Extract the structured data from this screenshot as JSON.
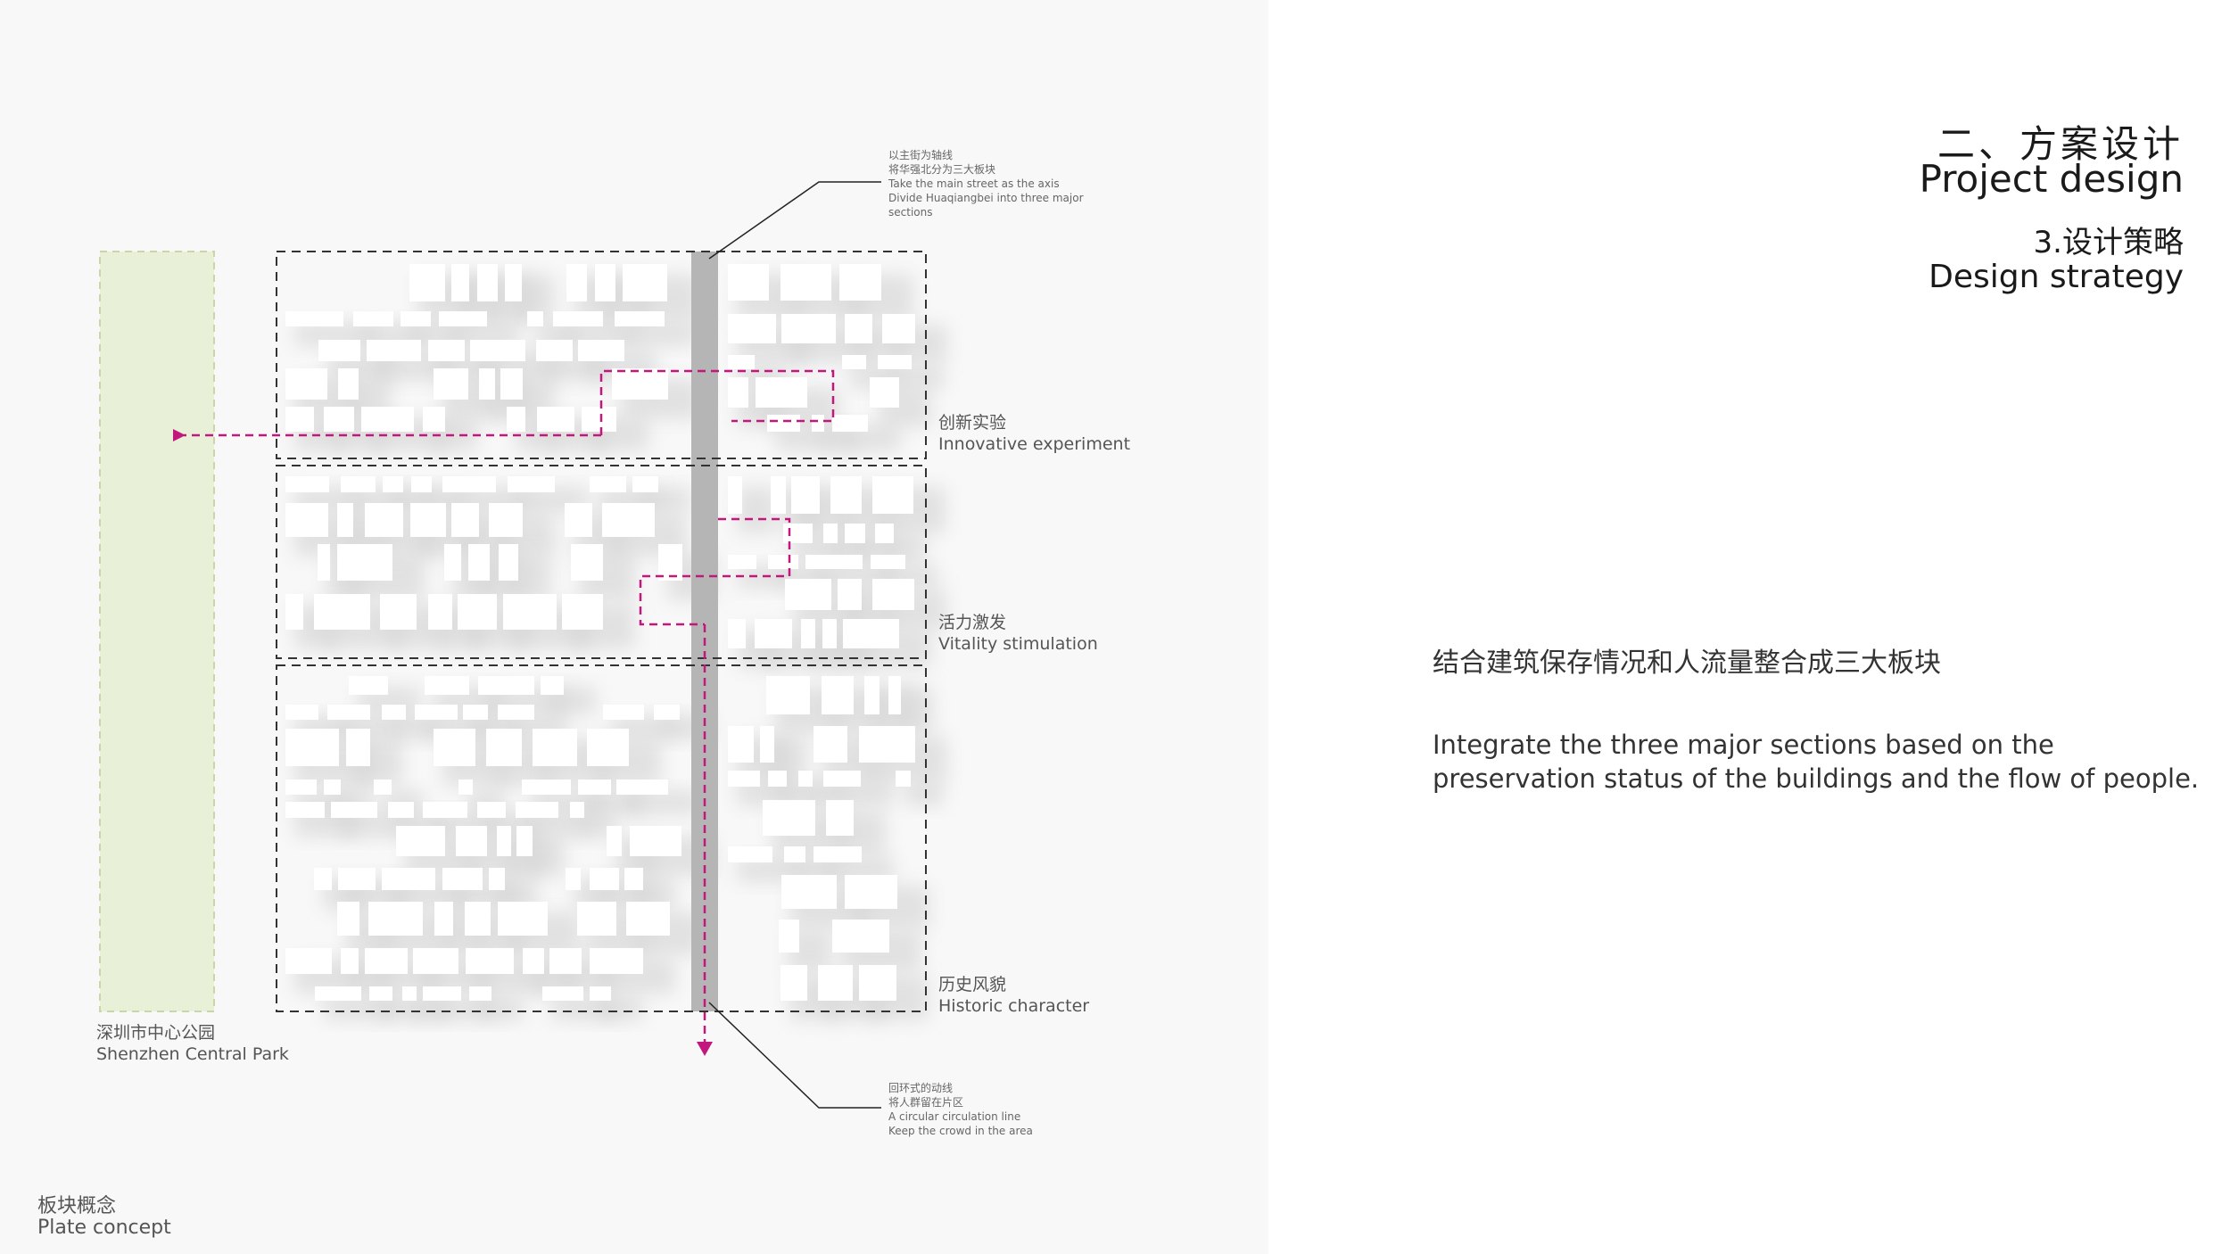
{
  "heading": {
    "section_cn": "二、方案设计",
    "section_en": "Project design",
    "subsection_cn": "3.设计策略",
    "subsection_en": "Design strategy"
  },
  "description": {
    "cn": "结合建筑保存情况和人流量整合成三大板块",
    "en_line1": "Integrate the three major sections based on the",
    "en_line2": "preservation status of the buildings and the flow of people."
  },
  "diagram": {
    "park_label_cn": "深圳市中心公园",
    "park_label_en": "Shenzhen Central Park",
    "top_annotation": [
      "以主街为轴线",
      "将华强北分为三大板块",
      "Take the main street as the axis",
      "Divide Huaqiangbei into three major",
      "sections"
    ],
    "bottom_annotation": [
      "回环式的动线",
      "将人群留在片区",
      "A circular circulation line",
      "Keep the crowd in the area"
    ],
    "zones": [
      {
        "cn": "创新实验",
        "en": "Innovative experiment"
      },
      {
        "cn": "活力激发",
        "en": "Vitality stimulation"
      },
      {
        "cn": "历史风貌",
        "en": "Historic character"
      }
    ],
    "colors": {
      "park": "#e8f0d8",
      "park_border": "#c8d6a8",
      "axis": "#b5b5b5",
      "circulation": "#c2187e",
      "zone_border": "#333333",
      "building": "#ffffff",
      "shadow": "#cfcfcf"
    }
  },
  "footer": {
    "plate_cn": "板块概念",
    "plate_en": "Plate concept"
  }
}
